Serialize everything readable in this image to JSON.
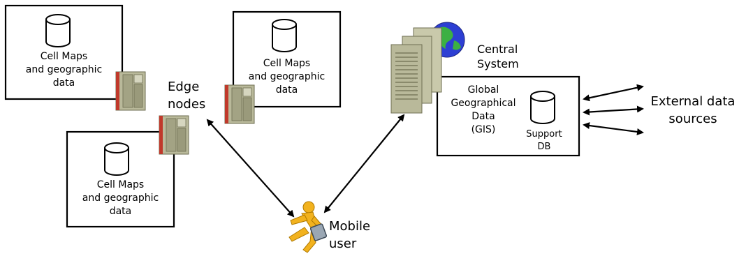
{
  "cell_boxes": [
    {
      "label": "Cell Maps\nand geographic\ndata"
    },
    {
      "label": "Cell Maps\nand geographic\ndata"
    },
    {
      "label": "Cell Maps\nand geographic\ndata"
    }
  ],
  "edge_nodes_label": "Edge\nnodes",
  "central_system_label": "Central\nSystem",
  "gis_label": "Global\nGeographical\nData\n(GIS)",
  "support_db_label": "Support\nDB",
  "external_label": "External data\nsources",
  "mobile_user_label": "Mobile\nuser",
  "colors": {
    "server_body": "#b9b99a",
    "server_dark": "#8a8a6a",
    "server_red": "#c0392b",
    "globe_blue": "#2d3fd3",
    "globe_green": "#3cb043",
    "person": "#f2b21e"
  }
}
